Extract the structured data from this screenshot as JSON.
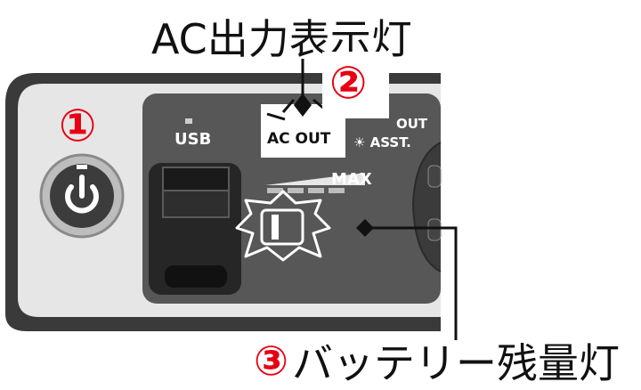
{
  "title": "AC出力表示灯",
  "callout_1": "①",
  "callout_2": "②",
  "callout_3": "③",
  "bottom_label": "バッテリー残量灯",
  "panel": {
    "usb_label": "USB",
    "ac_out_label": "AC OUT",
    "out_label": "OUT",
    "asst_label": "ASST.",
    "max_label": "MAX"
  },
  "colors": {
    "callout_red": "#e60012",
    "panel_dark": "#3a3a3a",
    "panel_inner": "#555555",
    "frame": "#dcdcdc"
  }
}
